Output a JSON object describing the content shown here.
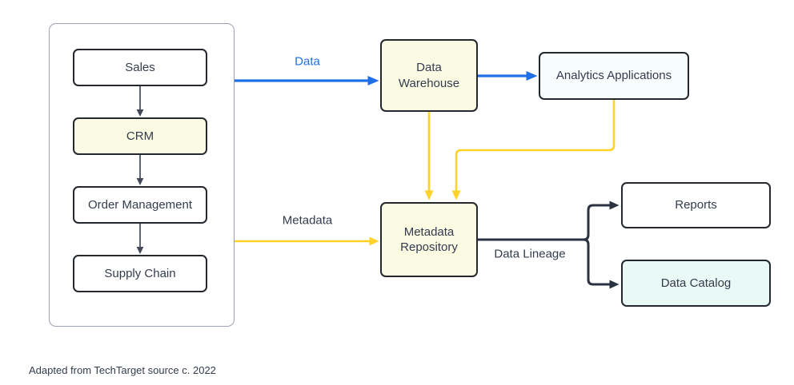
{
  "diagram": {
    "title_hint": "Metadata repository data flow diagram",
    "caption": "Adapted from TechTarget source c. 2022",
    "container_nodes": [
      {
        "id": "sales",
        "label": "Sales",
        "fill": "#ffffff"
      },
      {
        "id": "crm",
        "label": "CRM",
        "fill": "#fbfbe4"
      },
      {
        "id": "order-management",
        "label": "Order Management",
        "fill": "#ffffff"
      },
      {
        "id": "supply-chain",
        "label": "Supply Chain",
        "fill": "#ffffff"
      }
    ],
    "nodes": [
      {
        "id": "data-warehouse",
        "label": "Data Warehouse",
        "fill": "#fbfbe4"
      },
      {
        "id": "analytics-applications",
        "label": "Analytics Applications",
        "fill": "#f7fcfd"
      },
      {
        "id": "metadata-repository",
        "label": "Metadata Repository",
        "fill": "#fbfbe4"
      },
      {
        "id": "reports",
        "label": "Reports",
        "fill": "#ffffff"
      },
      {
        "id": "data-catalog",
        "label": "Data Catalog",
        "fill": "#e8f9f6"
      }
    ],
    "edge_labels": [
      {
        "id": "data",
        "label": "Data",
        "color": "#1f6fe8"
      },
      {
        "id": "metadata",
        "label": "Metadata",
        "color": "#333b4d"
      },
      {
        "id": "data-lineage",
        "label": "Data Lineage",
        "color": "#333b4d"
      }
    ],
    "edges": [
      {
        "from": "sales",
        "to": "crm",
        "color": "#41495a"
      },
      {
        "from": "crm",
        "to": "order-management",
        "color": "#41495a"
      },
      {
        "from": "order-management",
        "to": "supply-chain",
        "color": "#41495a"
      },
      {
        "from": "source-systems-group",
        "to": "data-warehouse",
        "label": "Data",
        "color": "#1f6fe8"
      },
      {
        "from": "data-warehouse",
        "to": "analytics-applications",
        "color": "#1f6fe8"
      },
      {
        "from": "data-warehouse",
        "to": "metadata-repository",
        "color": "#ffd32a"
      },
      {
        "from": "analytics-applications",
        "to": "metadata-repository",
        "color": "#ffd32a"
      },
      {
        "from": "source-systems-group",
        "to": "metadata-repository",
        "label": "Metadata",
        "color": "#ffd32a"
      },
      {
        "from": "metadata-repository",
        "to": "reports",
        "label": "Data Lineage",
        "color": "#2b3342"
      },
      {
        "from": "metadata-repository",
        "to": "data-catalog",
        "label": "Data Lineage",
        "color": "#2b3342"
      }
    ],
    "colors": {
      "blue": "#1f6fe8",
      "yellow": "#ffd32a",
      "dark": "#2b3342",
      "slate": "#41495a",
      "cream": "#fbfbe4",
      "mint": "#e8f9f6",
      "near_white": "#f7fcfd",
      "node_border": "#23272e",
      "container_border": "#9aa2b1",
      "text": "#333b4d"
    }
  }
}
